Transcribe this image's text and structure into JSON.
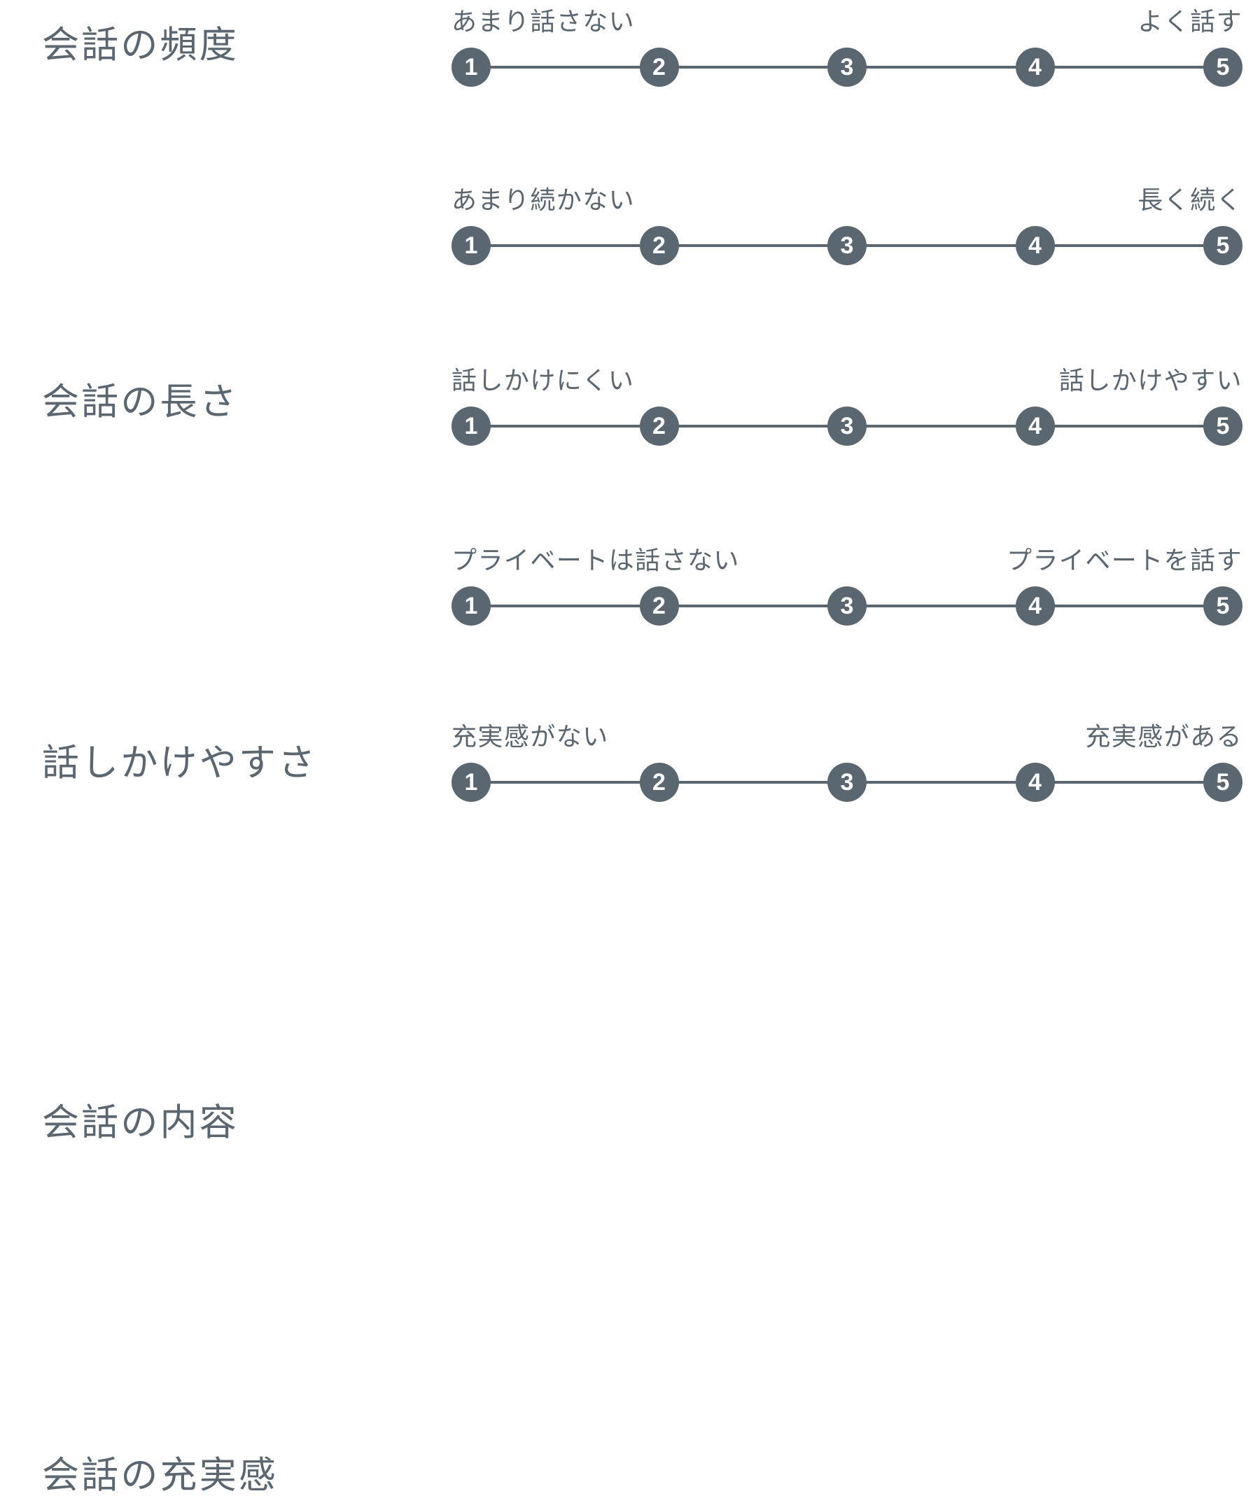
{
  "theme": {
    "dot_color": "#5a6670",
    "line_color": "#5a6670",
    "text_color": "#5a6670",
    "dot_label_color": "#ffffff",
    "background": "#ffffff"
  },
  "scale": {
    "points": [
      "1",
      "2",
      "3",
      "4",
      "5"
    ],
    "min": 1,
    "max": 5
  },
  "rows": [
    {
      "label": "会話の頻度",
      "anchor_low": "あまり話さない",
      "anchor_high": "よく話す",
      "points": [
        "1",
        "2",
        "3",
        "4",
        "5"
      ]
    },
    {
      "label": "会話の長さ",
      "anchor_low": "あまり続かない",
      "anchor_high": "長く続く",
      "points": [
        "1",
        "2",
        "3",
        "4",
        "5"
      ]
    },
    {
      "label": "話しかけやすさ",
      "anchor_low": "話しかけにくい",
      "anchor_high": "話しかけやすい",
      "points": [
        "1",
        "2",
        "3",
        "4",
        "5"
      ]
    },
    {
      "label": "会話の内容",
      "anchor_low": "プライベートは話さない",
      "anchor_high": "プライベートを話す",
      "points": [
        "1",
        "2",
        "3",
        "4",
        "5"
      ]
    },
    {
      "label": "会話の充実感",
      "anchor_low": "充実感がない",
      "anchor_high": "充実感がある",
      "points": [
        "1",
        "2",
        "3",
        "4",
        "5"
      ]
    }
  ]
}
